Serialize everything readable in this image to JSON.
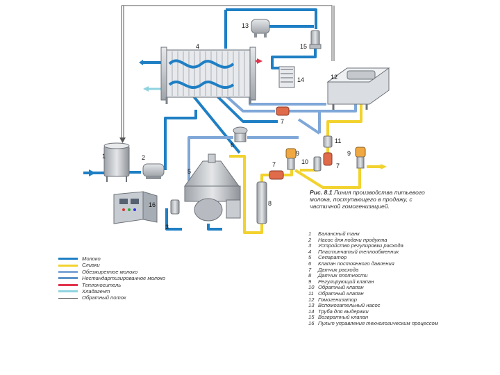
{
  "figure": {
    "caption_title": "Рис. 8.1",
    "caption_text": "Линия производства питьевого молока, поступающего в продажу, с частичной гомогенизацией."
  },
  "labels": [
    "1",
    "2",
    "3",
    "4",
    "5",
    "6",
    "7",
    "7",
    "7",
    "8",
    "9",
    "9",
    "10",
    "11",
    "12",
    "13",
    "14",
    "15",
    "16"
  ],
  "legend": [
    {
      "label": "Молоко",
      "color": "#1f7fc4"
    },
    {
      "label": "Сливки",
      "color": "#f2d22e"
    },
    {
      "label": "Обезжиренное молоко",
      "color": "#7fa7d8"
    },
    {
      "label": "Нестандартизированное молоко",
      "color": "#5d93c9"
    },
    {
      "label": "Теплоноситель",
      "color": "#e2344d"
    },
    {
      "label": "Хладагент",
      "color": "#8fd3e0"
    },
    {
      "label": "Обратный поток",
      "color": "#555555"
    }
  ],
  "parts": [
    {
      "n": "1",
      "label": "Балансный танк"
    },
    {
      "n": "2",
      "label": "Насос для подачи продукта"
    },
    {
      "n": "3",
      "label": "Устройство регулировки расхода"
    },
    {
      "n": "4",
      "label": "Пластинчатый теплообменник"
    },
    {
      "n": "5",
      "label": "Сепаратор"
    },
    {
      "n": "6",
      "label": "Клапан постоянного давления"
    },
    {
      "n": "7",
      "label": "Датчик расхода"
    },
    {
      "n": "8",
      "label": "Датчик плотности"
    },
    {
      "n": "9",
      "label": "Регулирующий клапан"
    },
    {
      "n": "10",
      "label": "Обратный клапан"
    },
    {
      "n": "11",
      "label": "Обратный клапан"
    },
    {
      "n": "12",
      "label": "Гомогенизатор"
    },
    {
      "n": "13",
      "label": "Вспомогательный насос"
    },
    {
      "n": "14",
      "label": "Труба для выдержки"
    },
    {
      "n": "15",
      "label": "Возвратный клапан"
    },
    {
      "n": "16",
      "label": "Пульт управления технологическим процессом"
    }
  ],
  "colors": {
    "milk": "#1f7fc4",
    "cream": "#f2d22e",
    "skim": "#7fa7d8",
    "unstd": "#5d93c9",
    "heating": "#e2344d",
    "cooling": "#8fd3e0",
    "return": "#555555",
    "equipment": "#c9ccd0"
  }
}
